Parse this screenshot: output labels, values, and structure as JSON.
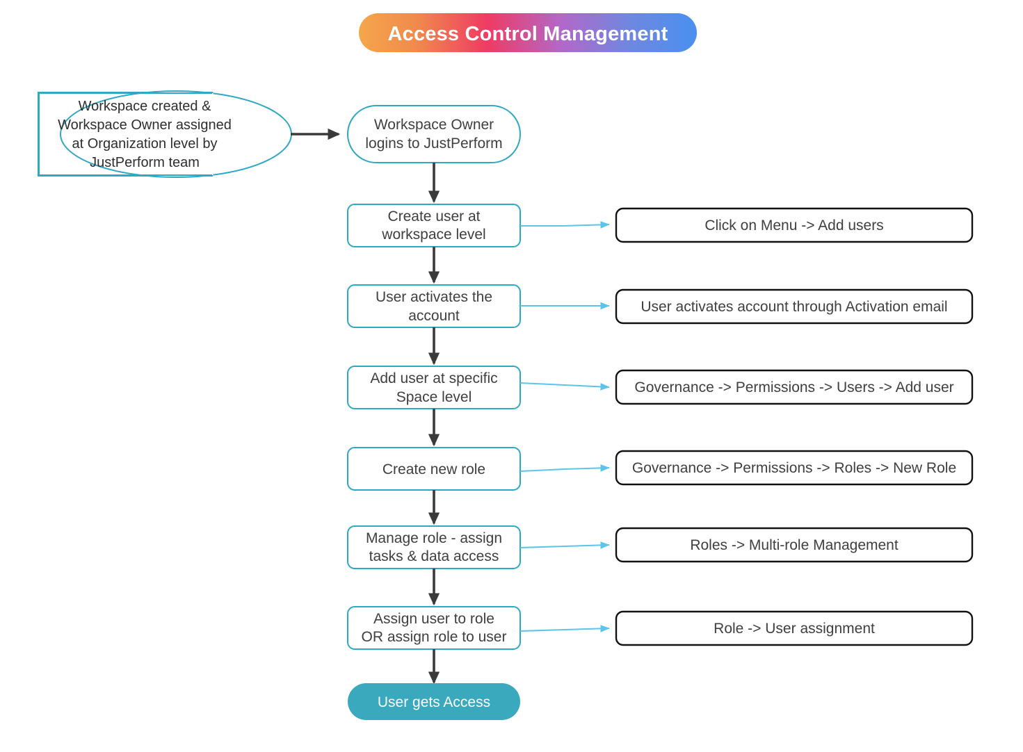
{
  "banner": {
    "title": "Access Control Management",
    "gradient_from": "#f5a64b",
    "gradient_mid1": "#ef3b63",
    "gradient_mid2": "#a06bd0",
    "gradient_to": "#4a90f0"
  },
  "colors": {
    "teal_border": "#2fa8c4",
    "teal_fill": "#3aa9be",
    "flow_arrow": "#3a3a3a",
    "link_arrow": "#5cc4e8",
    "note_border": "#111111",
    "text": "#3f3f3f"
  },
  "callout": {
    "name": "workspace-created-callout",
    "lines": [
      "Workspace created &",
      "Workspace Owner assigned",
      "at Organization level by",
      "JustPerform team"
    ]
  },
  "flow_steps": [
    {
      "id": "workspace-owner-login",
      "shape": "pill",
      "lines": [
        "Workspace Owner",
        "logins to JustPerform"
      ],
      "note": null
    },
    {
      "id": "create-user-workspace",
      "shape": "rounded",
      "lines": [
        "Create user at",
        "workspace level"
      ],
      "note": "Click on Menu -> Add users"
    },
    {
      "id": "user-activates-account",
      "shape": "rounded",
      "lines": [
        "User activates the",
        "account"
      ],
      "note": "User activates account through Activation email"
    },
    {
      "id": "add-user-space-level",
      "shape": "rounded",
      "lines": [
        "Add user at specific",
        "Space level"
      ],
      "note": "Governance -> Permissions  -> Users -> Add user"
    },
    {
      "id": "create-new-role",
      "shape": "rounded",
      "lines": [
        "Create new role"
      ],
      "note": "Governance -> Permissions  -> Roles -> New Role"
    },
    {
      "id": "manage-role",
      "shape": "rounded",
      "lines": [
        "Manage role - assign",
        "tasks & data access"
      ],
      "note": "Roles -> Multi-role Management"
    },
    {
      "id": "assign-user-role",
      "shape": "rounded",
      "lines": [
        "Assign user to role",
        "OR assign role to user"
      ],
      "note": "Role -> User assignment"
    },
    {
      "id": "user-gets-access",
      "shape": "pill-filled",
      "lines": [
        "User gets Access"
      ],
      "note": null
    }
  ]
}
